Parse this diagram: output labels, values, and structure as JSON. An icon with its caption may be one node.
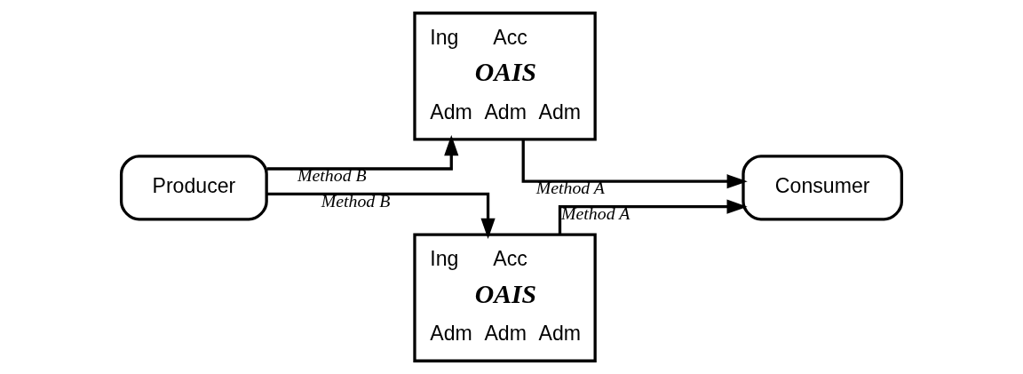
{
  "diagram": {
    "nodes": [
      {
        "text": [
          "Producer"
        ]
      },
      {
        "text": [
          "Ing",
          "Acc",
          "OAIS",
          "Adm",
          "Adm",
          "Adm"
        ]
      },
      {
        "text": [
          "Ing",
          "Acc",
          "OAIS",
          "Adm",
          "Adm",
          "Adm"
        ]
      },
      {
        "text": [
          "Consumer"
        ]
      }
    ],
    "edges": [
      {
        "from": 0,
        "to": 1,
        "arrow": "to",
        "label": "Method B"
      },
      {
        "from": 0,
        "to": 2,
        "arrow": "to",
        "label": "Method B"
      },
      {
        "from": 1,
        "to": 3,
        "arrow": "to",
        "label": "Method A"
      },
      {
        "from": 2,
        "to": 3,
        "arrow": "to",
        "label": "Method A"
      }
    ]
  }
}
